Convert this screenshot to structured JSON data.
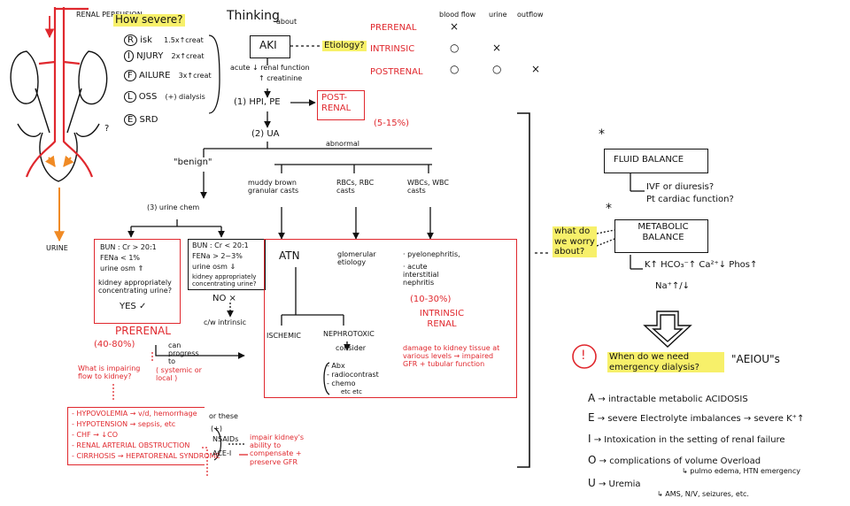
{
  "header": {
    "renal_perfusion": "RENAL PERFUSION",
    "how_severe": "How severe?",
    "thinking": "Thinking",
    "about": "about",
    "aki": "AKI",
    "etiology": "Etiology?"
  },
  "rifle": [
    {
      "letter": "R",
      "word": "isk",
      "note": "1.5x↑creat"
    },
    {
      "letter": "I",
      "word": "NJURY",
      "note": "2x↑creat"
    },
    {
      "letter": "F",
      "word": "AILURE",
      "note": "3x↑creat"
    },
    {
      "letter": "L",
      "word": "OSS",
      "note": "(+) dialysis"
    },
    {
      "letter": "E",
      "word": "SRD",
      "note": ""
    }
  ],
  "anatomy": {
    "urine": "URINE",
    "note": "?"
  },
  "etiology_table": {
    "columns": [
      "blood flow",
      "urine",
      "outflow"
    ],
    "rows": [
      {
        "label": "PRERENAL",
        "cells": [
          "×",
          "",
          ""
        ]
      },
      {
        "label": "INTRINSIC",
        "cells": [
          "○",
          "×",
          ""
        ]
      },
      {
        "label": "POSTRENAL",
        "cells": [
          "○",
          "○",
          "×"
        ]
      }
    ]
  },
  "workup": {
    "acute_renal": "acute ↓ renal function",
    "creatinine": "↑ creatinine",
    "step1": "(1) HPI, PE",
    "postrenal": "POST-RENAL",
    "postrenal_pct": "(5-15%)",
    "step2": "(2) UA",
    "abnormal": "abnormal",
    "benign": "\"benign\"",
    "muddy": "muddy brown granular casts",
    "rbc": "RBCs, RBC casts",
    "wbc": "WBCs, WBC casts",
    "step3": "(3) urine chem"
  },
  "prerenal_box": {
    "lines": [
      "BUN : Cr > 20:1",
      "FENa < 1%",
      "urine osm ⇑",
      "kidney appropriately concentrating urine?",
      "YES ✓"
    ]
  },
  "other_box": {
    "lines": [
      "BUN : Cr < 20:1",
      "FENa > 2~3%",
      "urine osm ⇓",
      "kidney appropriately concentrating urine?",
      "NO ×",
      "c/w intrinsic"
    ]
  },
  "prerenal_label": {
    "title": "PRERENAL",
    "pct": "(40-80%)",
    "can_progress": "can progress to",
    "question": "What is impairing flow to kidney?",
    "systemic": "( systemic or local )"
  },
  "prerenal_causes": [
    "- HYPOVOLEMIA → v/d, hemorrhage",
    "- HYPOTENSION → sepsis, etc",
    "- CHF → ↓CO",
    "- RENAL ARTERIAL OBSTRUCTION",
    "- CIRRHOSIS → HEPATORENAL SYNDROME"
  ],
  "drugs": {
    "or_these": "or these",
    "plus": "(+)",
    "nsaids": "NSAIDs",
    "acei": "ACE-I",
    "impair": "impair kidney's ability to compensate + preserve GFR"
  },
  "intrinsic": {
    "atn": "ATN",
    "glomerular": "glomerular etiology",
    "pyelo": "· pyelonephritis,",
    "ain": "· acute interstitial nephritis",
    "ischemic": "ISCHEMIC",
    "nephrotoxic": "NEPHROTOXIC",
    "consider": "consider",
    "toxins": [
      "- Abx",
      "- radiocontrast",
      "- chemo",
      "etc etc"
    ],
    "pct": "(10-30%)",
    "label": "INTRINSIC RENAL",
    "damage": "damage to kidney tissue at various levels → impaired GFR + tubular function"
  },
  "right": {
    "star1": "*",
    "fluid": "FLUID BALANCE",
    "ivf": "IVF or diuresis?",
    "cardiac": "Pt cardiac function?",
    "star2": "*",
    "metabolic": "METABOLIC BALANCE",
    "worry": "what do we worry about?",
    "electrolytes1": "K↑  HCO₃⁻↑  Ca²⁺↓  Phos↑",
    "electrolytes2": "Na⁺↑/↓",
    "dialysis_q": "When do we need emergency dialysis?",
    "aeiou": "\"AEIOU\"s",
    "exclaim": "!"
  },
  "aeiou": [
    {
      "letter": "A",
      "text": "intractable metabolic ACIDOSIS",
      "sub": ""
    },
    {
      "letter": "E",
      "text": "severe Electrolyte imbalances → severe K⁺↑",
      "sub": ""
    },
    {
      "letter": "I",
      "text": "Intoxication in the setting of renal failure",
      "sub": ""
    },
    {
      "letter": "O",
      "text": "complications of volume Overload",
      "sub": "↳ pulmo edema, HTN emergency"
    },
    {
      "letter": "U",
      "text": "Uremia",
      "sub": "↳ AMS, N/V, seizures, etc."
    }
  ],
  "colors": {
    "ink": "#111111",
    "red": "#e0282e",
    "highlight": "#f7f06a",
    "orange": "#f08a24"
  }
}
